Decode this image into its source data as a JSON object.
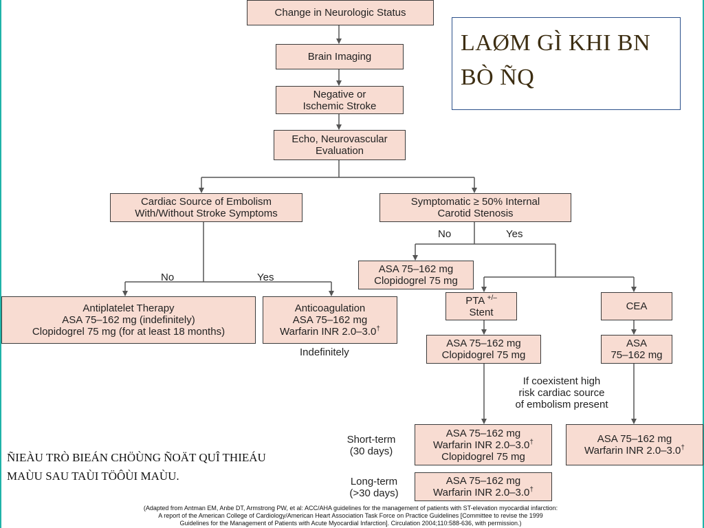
{
  "title": {
    "lines": [
      "LAØM GÌ KHI BN",
      "BÒ ÑQ"
    ]
  },
  "nodes": {
    "change_neuro": [
      "Change in Neurologic Status"
    ],
    "brain_imaging": [
      "Brain Imaging"
    ],
    "negative_ischemic": [
      "Negative or",
      "Ischemic Stroke"
    ],
    "echo_eval": [
      "Echo, Neurovascular",
      "Evaluation"
    ],
    "cardiac_source": [
      "Cardiac Source of Embolism",
      "With/Without Stroke Symptoms"
    ],
    "symptomatic": [
      "Symptomatic ≥ 50% Internal",
      "Carotid Stenosis"
    ],
    "antiplatelet": [
      "Antiplatelet Therapy",
      "ASA 75–162 mg (indefinitely)",
      "Clopidogrel 75 mg (for at least 18 months)"
    ],
    "anticoagulation": [
      "Anticoagulation",
      "ASA 75–162 mg",
      "Warfarin INR 2.0–3.0"
    ],
    "asa_clop_left": [
      "ASA 75–162 mg",
      "Clopidogrel 75 mg"
    ],
    "pta_stent": [
      "PTA",
      "Stent"
    ],
    "pta_sup": "+/–",
    "cea": [
      "CEA"
    ],
    "asa_clop_pta": [
      "ASA 75–162 mg",
      "Clopidogrel 75 mg"
    ],
    "asa_cea": [
      "ASA",
      "75–162 mg"
    ],
    "short_term_box": [
      "ASA 75–162 mg",
      "Warfarin INR 2.0–3.0",
      "Clopidogrel 75 mg"
    ],
    "cea_warfarin": [
      "ASA 75–162 mg",
      "Warfarin INR 2.0–3.0"
    ],
    "long_term_box": [
      "ASA 75–162 mg",
      "Warfarin INR 2.0–3.0"
    ],
    "dagger": "†"
  },
  "labels": {
    "no_left": "No",
    "yes_left": "Yes",
    "no_right": "No",
    "yes_right": "Yes",
    "indefinitely": "Indefinitely",
    "coexistent": [
      "If coexistent high",
      "risk cardiac source",
      "of embolism present"
    ],
    "short_term": [
      "Short-term",
      "(30 days)"
    ],
    "long_term": [
      "Long-term",
      "(>30 days)"
    ]
  },
  "note": [
    "ÑIEÀU TRÒ BIEÁN CHÖÙNG ÑOÄT QUÎ THIEÁU",
    "MAÙU SAU TAÙI TÖÔÙI MAÙU."
  ],
  "citation": [
    "(Adapted from Antman EM, Anbe DT, Armstrong PW, et al: ACC/AHA guidelines for the management of patients with ST-elevation myocardial infarction:",
    "A report of the American College of Cardiology/American Heart Association Task Force on Practice Guidelines [Committee to revise the 1999",
    "Guidelines for the Management of Patients with Acute Myocardial Infarction]. Circulation 2004;110:588-636, with permission.)"
  ],
  "colors": {
    "box_fill": "#f8dcd2",
    "box_border": "#3a3a3a",
    "title_text": "#3d2e12",
    "title_border": "#2a4f8a",
    "accent_edge": "#1fb3a8"
  }
}
